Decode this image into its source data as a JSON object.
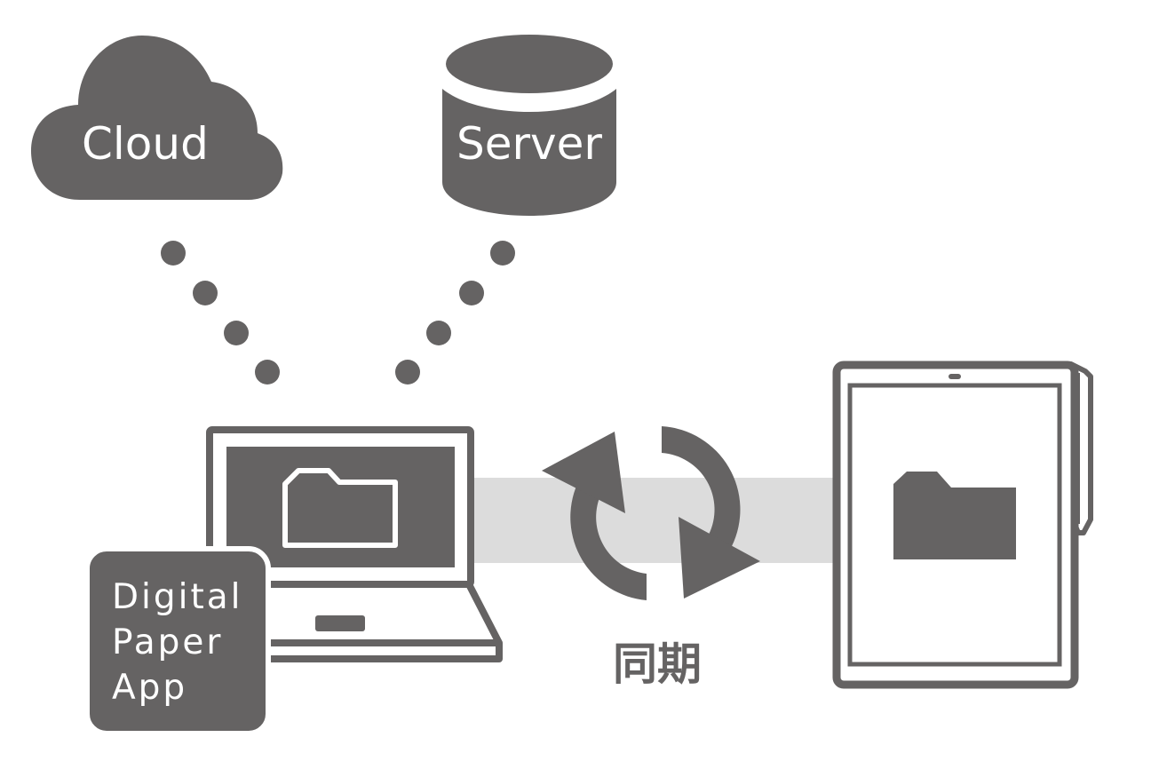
{
  "colors": {
    "primary": "#656363",
    "band": "#dcdcdc",
    "background": "#ffffff",
    "text_on_dark": "#ffffff"
  },
  "nodes": {
    "cloud": {
      "label": "Cloud",
      "icon": "cloud-icon"
    },
    "server": {
      "label": "Server",
      "icon": "database-icon"
    },
    "laptop": {
      "icon": "laptop-icon",
      "screen_icon": "folder-outline-icon"
    },
    "app_badge": {
      "lines": [
        "Digital",
        "Paper",
        "App"
      ]
    },
    "tablet": {
      "icon": "tablet-icon",
      "screen_icon": "folder-icon"
    }
  },
  "sync": {
    "label": "同期",
    "icon": "sync-arrows-icon"
  },
  "connections": [
    {
      "from": "cloud",
      "to": "laptop",
      "style": "dotted"
    },
    {
      "from": "server",
      "to": "laptop",
      "style": "dotted"
    },
    {
      "from": "laptop",
      "to": "tablet",
      "style": "band"
    }
  ]
}
